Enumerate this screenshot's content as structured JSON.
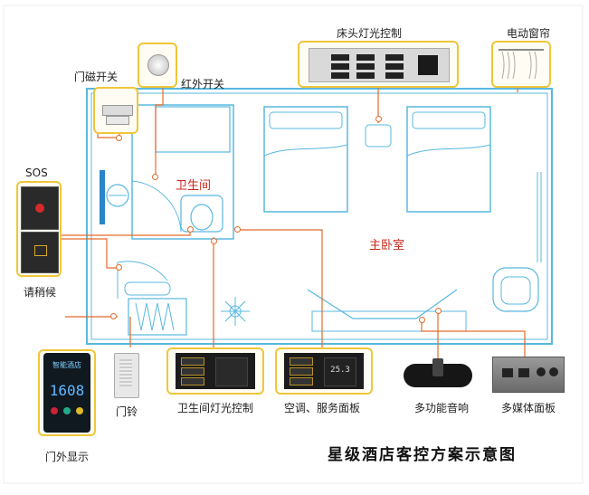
{
  "labels": {
    "door_sensor": "门磁开关",
    "ir_switch": "红外开关",
    "bed_light": "床头灯光控制",
    "curtain": "电动窗帘",
    "sos": "SOS",
    "please_wait": "请稍候",
    "bathroom": "卫生间",
    "master_bedroom": "主卧室",
    "doorbell": "门铃",
    "door_display": "门外显示",
    "bath_light": "卫生间灯光控制",
    "ac_panel": "空调、服务面板",
    "speaker": "多功能音响",
    "media_panel": "多媒体面板"
  },
  "door_display": {
    "brand": "智能酒店",
    "room_number": "1608"
  },
  "ac_panel": {
    "temperature": "25.3"
  },
  "title": "星级酒店客控方案示意图",
  "colors": {
    "wall": "#58b8e0",
    "wire": "#e36b2a",
    "frame": "#f0c63a",
    "label_red": "#c8281e"
  }
}
